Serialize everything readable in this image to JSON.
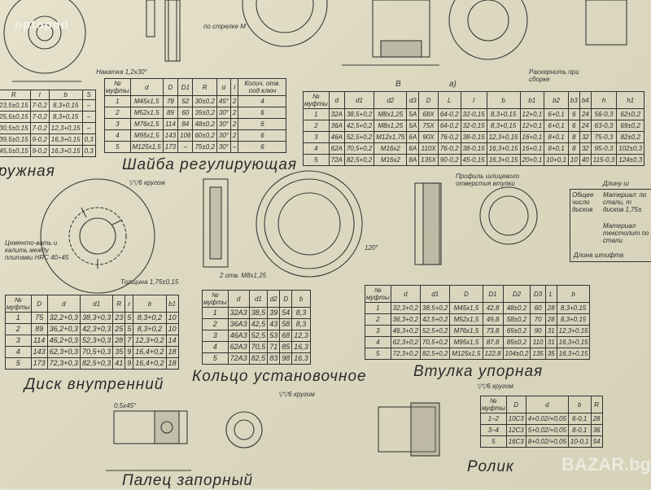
{
  "logos": {
    "top_left": "optopod",
    "bottom_right": "BAZAR.bg"
  },
  "titles": {
    "partial_left": "ружная",
    "washer": "Шайба регулирующая",
    "inner_disc": "Диск внутренний",
    "setting_ring": "Кольцо установочное",
    "thrust_bush": "Втулка упорная",
    "lock_pin": "Палец запорный",
    "roller": "Ролик"
  },
  "notes": {
    "knurl": "Накатка 1,2x30°",
    "arrow": "по стрелке М",
    "view_b": "В",
    "view_a": "а)",
    "center_punch": "Раскернить при сборке",
    "around6_a": "▽▽6 кругом",
    "around6_b": "▽▽6 кругом",
    "around6_c": "▽▽6 кругом",
    "spline_profile": "Профиль шлицевого отверстия втулки",
    "cement": "Цементо-вать и калить между плитами HRC 40÷45",
    "thickness": "Толщина 1,75±0,15",
    "holes": "2 отв. M8x1,25",
    "angle120": "120°",
    "chamfer": "0,5x45°"
  },
  "tables": {
    "partial": {
      "headers": [
        "R",
        "l",
        "b",
        "S"
      ],
      "rows": [
        [
          "23,5±0,15",
          "7-0,2",
          "8,3+0,15",
          "–"
        ],
        [
          "25,5±0,15",
          "7-0,2",
          "8,3+0,15",
          "–"
        ],
        [
          "30,5±0,15",
          "7-0,2",
          "12,3+0,15",
          "–"
        ],
        [
          "39,5±0,15",
          "9-0,2",
          "16,3+0,15",
          "0,3"
        ],
        [
          "45,5±0,15",
          "9-0,2",
          "16,3+0,15",
          "0,3"
        ]
      ]
    },
    "washer": {
      "headers": [
        "№ муфты",
        "d",
        "D",
        "D1",
        "R",
        "α",
        "l",
        "Колич. отв. под ключ"
      ],
      "rows": [
        [
          "1",
          "M45x1,5",
          "78",
          "52",
          "30±0,2",
          "45°",
          "2",
          "4"
        ],
        [
          "2",
          "M52x1,5",
          "89",
          "60",
          "35±0,2",
          "30°",
          "2",
          "6"
        ],
        [
          "3",
          "M76x1,5",
          "114",
          "84",
          "48±0,2",
          "30°",
          "2",
          "6"
        ],
        [
          "4",
          "M95x1,5",
          "143",
          "106",
          "60±0,2",
          "30°",
          "2",
          "6"
        ],
        [
          "5",
          "M125x1,5",
          "173",
          "–",
          "75±0,2",
          "30°",
          "–",
          "6"
        ]
      ]
    },
    "bush": {
      "headers": [
        "№ муфты",
        "d",
        "d1",
        "d2",
        "d3",
        "D",
        "L",
        "l",
        "b",
        "b1",
        "b2",
        "b3",
        "b4",
        "h",
        "h1"
      ],
      "rows": [
        [
          "1",
          "32A",
          "38,5+0,2",
          "M8x1,25",
          "5A",
          "68X",
          "64-0,2",
          "32-0,15",
          "8,3+0,15",
          "12+0,1",
          "6+0,1",
          "6",
          "24",
          "56-0,3",
          "62±0,2"
        ],
        [
          "2",
          "36A",
          "42,5+0,2",
          "M8x1,25",
          "5A",
          "75X",
          "64-0,2",
          "32-0,15",
          "8,3+0,15",
          "12+0,1",
          "6+0,1",
          "6",
          "24",
          "63-0,3",
          "69±0,2"
        ],
        [
          "3",
          "46A",
          "52,5+0,2",
          "M12x1,75",
          "6A",
          "90X",
          "76-0,2",
          "38-0,15",
          "12,3+0,15",
          "16+0,1",
          "8+0,1",
          "8",
          "32",
          "75-0,3",
          "82±0,2"
        ],
        [
          "4",
          "62A",
          "70,5+0,2",
          "M16x2",
          "6A",
          "110X",
          "76-0,2",
          "38-0,15",
          "16,3+0,15",
          "16+0,1",
          "8+0,1",
          "8",
          "32",
          "95-0,3",
          "102±0,3"
        ],
        [
          "5",
          "72A",
          "82,5+0,2",
          "M16x2",
          "8A",
          "135X",
          "90-0,2",
          "45-0,15",
          "16,3+0,15",
          "20+0,1",
          "10+0,1",
          "10",
          "40",
          "115-0,3",
          "124±0,3"
        ]
      ]
    },
    "disc": {
      "headers": [
        "№ муфты",
        "D",
        "d",
        "d1",
        "R",
        "r",
        "b",
        "b1"
      ],
      "rows": [
        [
          "1",
          "75",
          "32,2+0,3",
          "38,3+0,3",
          "23",
          "5",
          "8,3+0,2",
          "10"
        ],
        [
          "2",
          "89",
          "36,2+0,3",
          "42,3+0,3",
          "25",
          "5",
          "8,3+0,2",
          "10"
        ],
        [
          "3",
          "114",
          "46,2+0,3",
          "52,3+0,3",
          "28",
          "7",
          "12,3+0,2",
          "14"
        ],
        [
          "4",
          "143",
          "62,3+0,3",
          "70,5+0,3",
          "35",
          "9",
          "16,4+0,2",
          "18"
        ],
        [
          "5",
          "173",
          "72,3+0,3",
          "82,5+0,3",
          "41",
          "9",
          "16,4+0,2",
          "18"
        ]
      ]
    },
    "ring": {
      "headers": [
        "№ муфты",
        "d",
        "d1",
        "d2",
        "D",
        "b"
      ],
      "rows": [
        [
          "1",
          "32A3",
          "38,5",
          "39",
          "54",
          "8,3"
        ],
        [
          "2",
          "36A3",
          "42,5",
          "43",
          "58",
          "8,3"
        ],
        [
          "3",
          "46A3",
          "52,5",
          "53",
          "68",
          "12,3"
        ],
        [
          "4",
          "62A3",
          "70,5",
          "71",
          "85",
          "16,3"
        ],
        [
          "5",
          "72A3",
          "82,5",
          "83",
          "98",
          "16,3"
        ]
      ]
    },
    "thrust": {
      "headers": [
        "№ муфты",
        "d",
        "d1",
        "D",
        "D1",
        "D2",
        "D3",
        "L",
        "b"
      ],
      "rows": [
        [
          "1",
          "32,3+0,2",
          "38,5+0,2",
          "M45x1,5",
          "42,8",
          "48±0,2",
          "60",
          "28",
          "8,3+0,15"
        ],
        [
          "2",
          "36,3+0,2",
          "42,5+0,2",
          "M52x1,5",
          "49,8",
          "58±0,2",
          "70",
          "28",
          "8,3+0,15"
        ],
        [
          "3",
          "46,3+0,2",
          "52,5+0,2",
          "M76x1,5",
          "73,8",
          "65±0,2",
          "90",
          "31",
          "12,3+0,15"
        ],
        [
          "4",
          "62,3+0,2",
          "70,5+0,2",
          "M95x1,5",
          "87,8",
          "85±0,2",
          "110",
          "31",
          "16,3+0,15"
        ],
        [
          "5",
          "72,3+0,2",
          "82,5+0,2",
          "M125x1,5",
          "122,8",
          "104±0,2",
          "135",
          "35",
          "16,3+0,15"
        ]
      ]
    },
    "roller": {
      "headers": [
        "№ муфты",
        "D",
        "d",
        "b",
        "R"
      ],
      "rows": [
        [
          "1–2",
          "10C3",
          "4+0,02/+0,05",
          "6-0,1",
          "28"
        ],
        [
          "3–4",
          "12C3",
          "5+0,02/+0,05",
          "8-0,1",
          "36"
        ],
        [
          "5",
          "16C3",
          "8+0,02/+0,05",
          "10-0,1",
          "54"
        ]
      ]
    }
  },
  "right_box": {
    "top": "Длину ш",
    "material1": "Материал: по стали, т дисков 1,75±",
    "total": "Общее число дисков",
    "material2": "Материал текстолит по стали",
    "pin_length": "Длина штифта"
  }
}
